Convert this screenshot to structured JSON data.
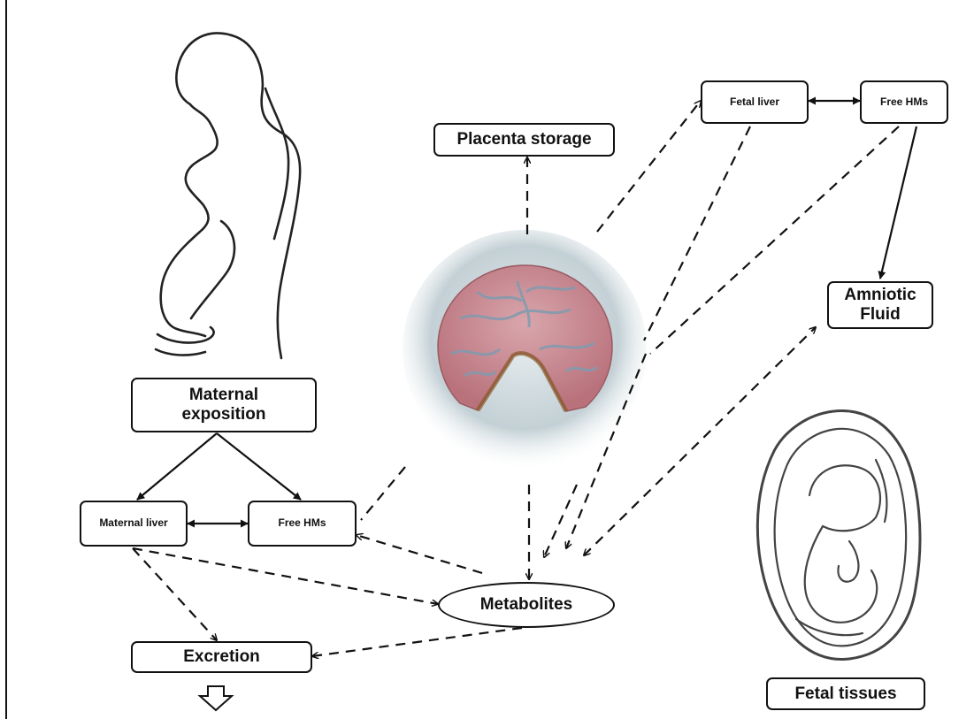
{
  "nodes": {
    "placenta_storage": "Placenta storage",
    "fetal_liver": "Fetal liver",
    "free_hms_fetal": "Free HMs",
    "amniotic_fluid": "Amniotic\nFluid",
    "maternal_exposition": "Maternal\nexposition",
    "maternal_liver": "Maternal liver",
    "free_hms_maternal": "Free HMs",
    "metabolites": "Metabolites",
    "excretion": "Excretion",
    "fetal_tissues": "Fetal tissues"
  },
  "illustrations": [
    "pregnant-woman-sketch",
    "placenta-image",
    "fetus-in-uterus-sketch"
  ],
  "colors": {
    "line": "#111111",
    "placenta_tissue": "#c98a92",
    "placenta_vessels": "#7f9bb0",
    "placenta_halo": "#b8c6cc"
  }
}
